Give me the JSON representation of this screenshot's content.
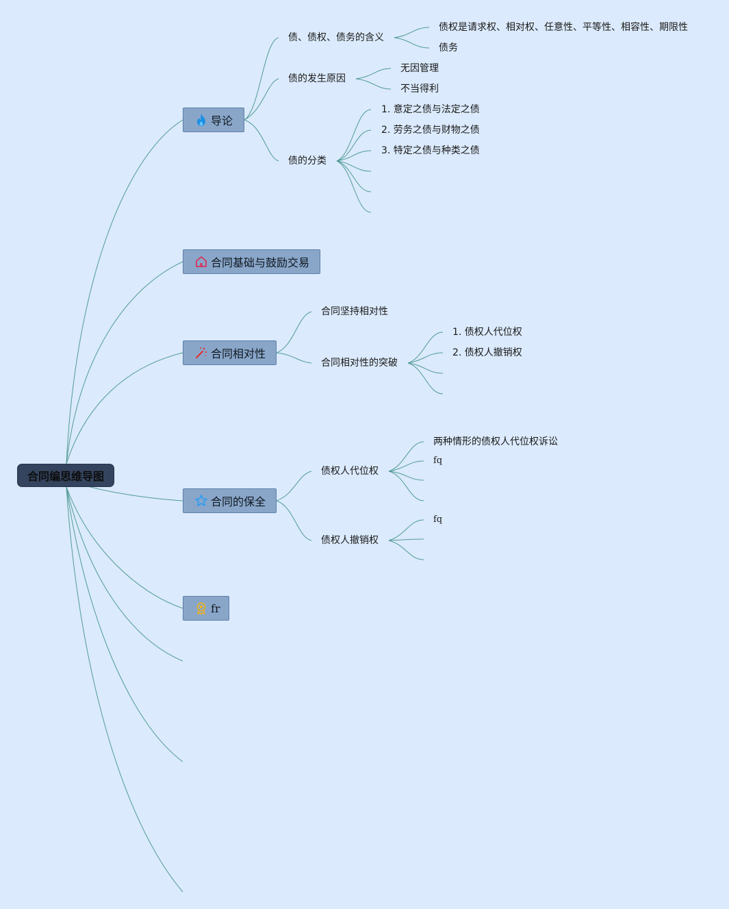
{
  "root": {
    "label": "合同编思维导图"
  },
  "topics": {
    "intro": {
      "label": "导论",
      "icon": "fire-icon",
      "subs": {
        "meaning": {
          "label": "债、债权、债务的含义",
          "leaves": [
            "债权是请求权、相对权、任意性、平等性、相容性、期限性",
            "债务"
          ]
        },
        "cause": {
          "label": "债的发生原因",
          "leaves": [
            "无因管理",
            "不当得利"
          ]
        },
        "classification": {
          "label": "债的分类",
          "leaves": [
            "1. 意定之债与法定之债",
            "2. 劳务之债与财物之债",
            "3. 特定之债与种类之债"
          ]
        }
      }
    },
    "foundation": {
      "label": "合同基础与鼓励交易",
      "icon": "house-icon"
    },
    "relativity": {
      "label": "合同相对性",
      "icon": "magic-wand-icon",
      "subs": {
        "adhere": {
          "label": "合同坚持相对性"
        },
        "breakthrough": {
          "label": "合同相对性的突破",
          "leaves": [
            "1. 债权人代位权",
            "2. 债权人撤销权"
          ]
        }
      }
    },
    "preservation": {
      "label": "合同的保全",
      "icon": "star-icon",
      "subs": {
        "subrogation": {
          "label": "债权人代位权",
          "leaves": [
            "两种情形的债权人代位权诉讼",
            "fq"
          ]
        },
        "revocation": {
          "label": "债权人撤销权",
          "leaves": [
            "fq"
          ]
        }
      }
    },
    "fr": {
      "label": "fr",
      "icon": "award-medal-icon"
    }
  },
  "colors": {
    "background": "#dbeafc",
    "root_fill": "#34445e",
    "topic_fill": "#89a6c9",
    "connector": "#4f9b94",
    "fire_icon": "#1a8fe3",
    "house_icon": "#d6335a",
    "wand_icon": "#e0342f",
    "star_icon": "#2a9df4",
    "award_icon": "#e8b228"
  }
}
